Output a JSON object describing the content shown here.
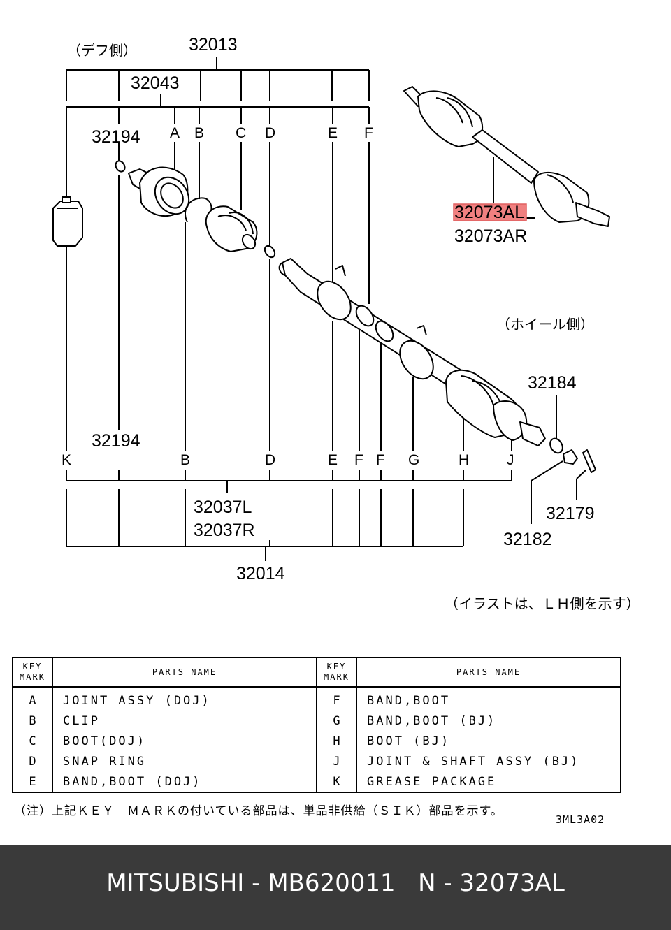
{
  "diagram": {
    "side_labels": {
      "diff_side": "（デフ側）",
      "wheel_side": "（ホイール側）",
      "illustration_note": "（イラストは、ＬＨ側を示す）"
    },
    "part_numbers": {
      "p32013": "32013",
      "p32043": "32043",
      "p32194_top": "32194",
      "p32194_bottom": "32194",
      "p32073AL": "32073AL",
      "p32073AR": "32073AR",
      "p32184": "32184",
      "p32037L": "32037L",
      "p32037R": "32037R",
      "p32014": "32014",
      "p32179": "32179",
      "p32182": "32182"
    },
    "top_letters": [
      "A",
      "B",
      "C",
      "D",
      "E",
      "F"
    ],
    "bottom_letters": [
      "K",
      "B",
      "D",
      "E",
      "F",
      "F",
      "G",
      "H",
      "J"
    ],
    "highlight_color": "#f08080"
  },
  "table": {
    "headers": {
      "key_mark_1": "KEY",
      "key_mark_2": "MARK",
      "parts_name": "PARTS NAME"
    },
    "rows": [
      {
        "k1": "A",
        "n1": "JOINT ASSY (DOJ)",
        "k2": "F",
        "n2": "BAND,BOOT"
      },
      {
        "k1": "B",
        "n1": "CLIP",
        "k2": "G",
        "n2": "BAND,BOOT (BJ)"
      },
      {
        "k1": "C",
        "n1": "BOOT(DOJ)",
        "k2": "H",
        "n2": "BOOT (BJ)"
      },
      {
        "k1": "D",
        "n1": "SNAP RING",
        "k2": "J",
        "n2": "JOINT & SHAFT ASSY (BJ)"
      },
      {
        "k1": "E",
        "n1": "BAND,BOOT (DOJ)",
        "k2": "K",
        "n2": "GREASE PACKAGE"
      }
    ],
    "note": "（注）上記ＫＥＹ　ＭＡＲＫの付いている部品は、単品非供給（ＳＩＫ）部品を示す。",
    "drawing_code": "3ML3A02"
  },
  "footer": {
    "brand": "MITSUBISHI",
    "part_number": "MB620011",
    "ref_number": "N - 32073AL"
  }
}
